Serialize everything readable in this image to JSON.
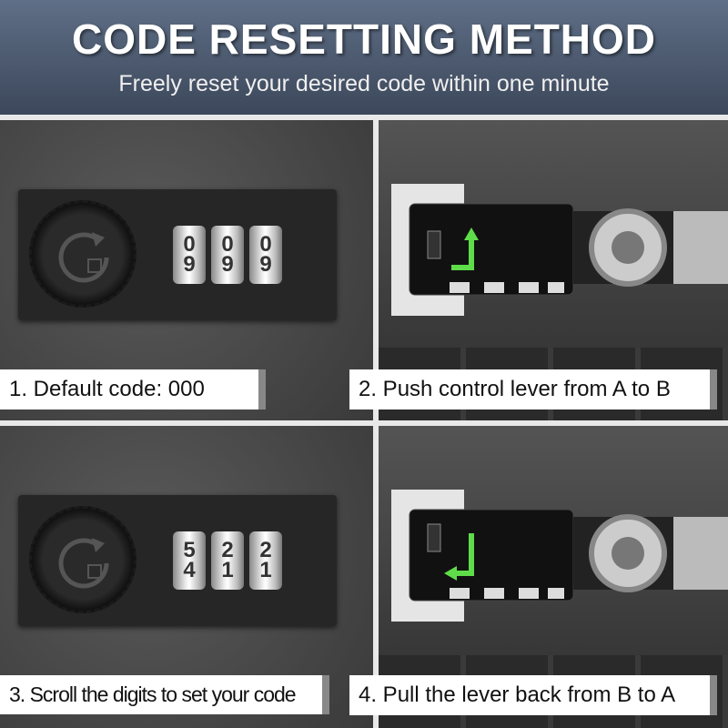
{
  "header": {
    "title": "CODE RESETTING METHOD",
    "subtitle": "Freely reset your desired code within one minute"
  },
  "steps": [
    {
      "label": "1. Default code: 000",
      "dials": [
        [
          "0",
          "9"
        ],
        [
          "0",
          "9"
        ],
        [
          "0",
          "9"
        ]
      ]
    },
    {
      "label": "2. Push control lever from A to B",
      "arrow": "up"
    },
    {
      "label": "3. Scroll the digits to set your code",
      "dials": [
        [
          "5",
          "4"
        ],
        [
          "2",
          "1"
        ],
        [
          "2",
          "1"
        ]
      ]
    },
    {
      "label": "4. Pull the lever back from B to A",
      "arrow": "down-left"
    }
  ],
  "colors": {
    "arrow": "#5fdc4a",
    "header": "#4a566b"
  }
}
